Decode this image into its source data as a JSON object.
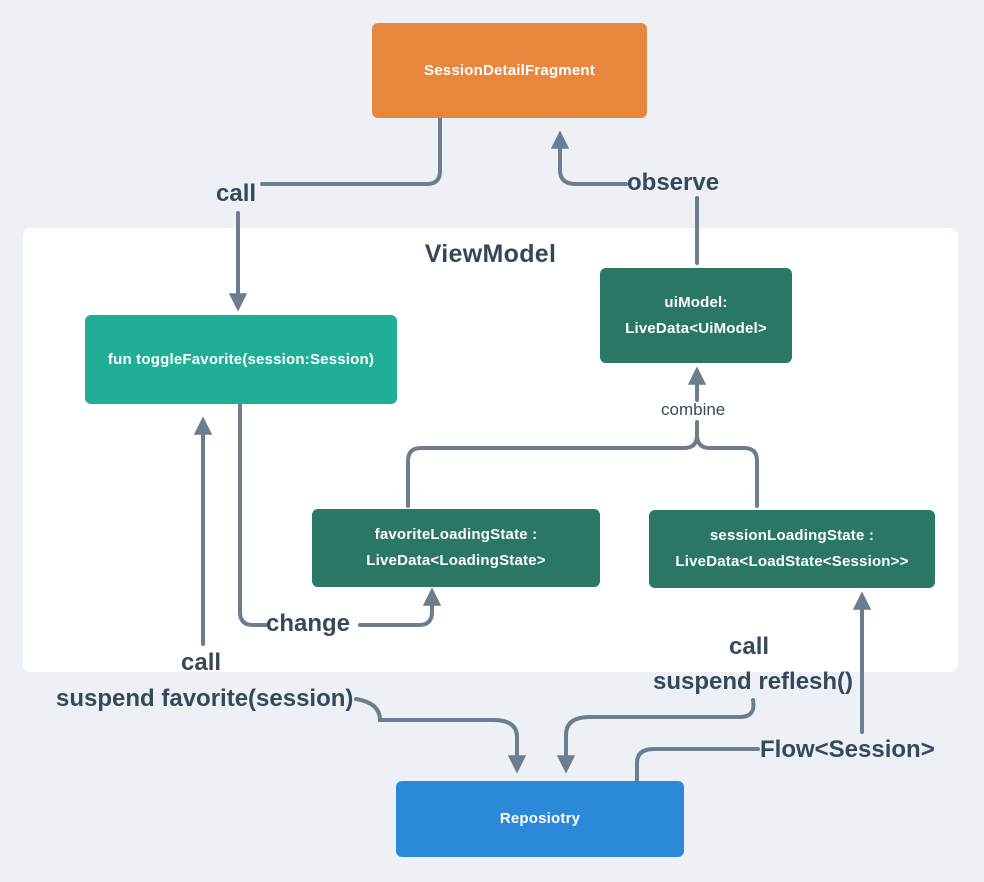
{
  "canvas": {
    "background": "#EDF1F6",
    "line_color": "#6B7E8E",
    "label_color": "#36495A"
  },
  "viewmodel_panel": {
    "title": "ViewModel"
  },
  "nodes": {
    "fragment": {
      "label": "SessionDetailFragment",
      "color": "#E7873D"
    },
    "toggle_favorite": {
      "label": "fun toggleFavorite(session:Session)",
      "color": "#20AE97"
    },
    "ui_model": {
      "line1": "uiModel:",
      "line2": "LiveData<UiModel>",
      "color": "#2A7765"
    },
    "favorite_loading_state": {
      "line1": "favoriteLoadingState :",
      "line2": "LiveData<LoadingState>",
      "color": "#2A7765"
    },
    "session_loading_state": {
      "line1": "sessionLoadingState :",
      "line2": "LiveData<LoadState<Session>>",
      "color": "#2A7765"
    },
    "repository": {
      "label": "Reposiotry",
      "color": "#2C89D9"
    }
  },
  "edge_labels": {
    "call_fragment": "call",
    "observe": "observe",
    "combine": "combine",
    "change": "change",
    "call_favorite": "call",
    "suspend_favorite": "suspend favorite(session)",
    "call_session": "call",
    "suspend_reflesh": "suspend reflesh()",
    "flow_session": "Flow<Session>"
  }
}
